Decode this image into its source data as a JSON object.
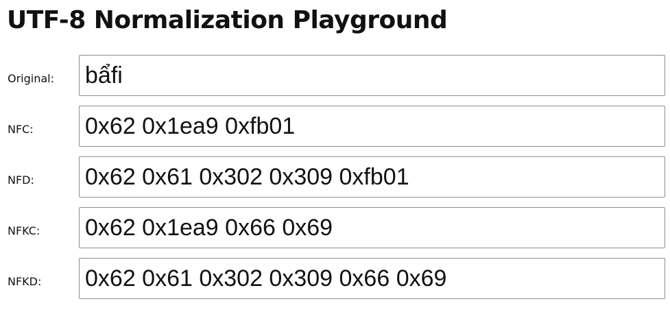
{
  "page": {
    "title": "UTF-8 Normalization Playground"
  },
  "rows": [
    {
      "label": "Original:",
      "value": "bẩfi"
    },
    {
      "label": "NFC:",
      "value": "0x62 0x1ea9 0xfb01"
    },
    {
      "label": "NFD:",
      "value": "0x62 0x61 0x302 0x309 0xfb01"
    },
    {
      "label": "NFKC:",
      "value": "0x62 0x1ea9 0x66 0x69"
    },
    {
      "label": "NFKD:",
      "value": "0x62 0x61 0x302 0x309 0x66 0x69"
    }
  ]
}
